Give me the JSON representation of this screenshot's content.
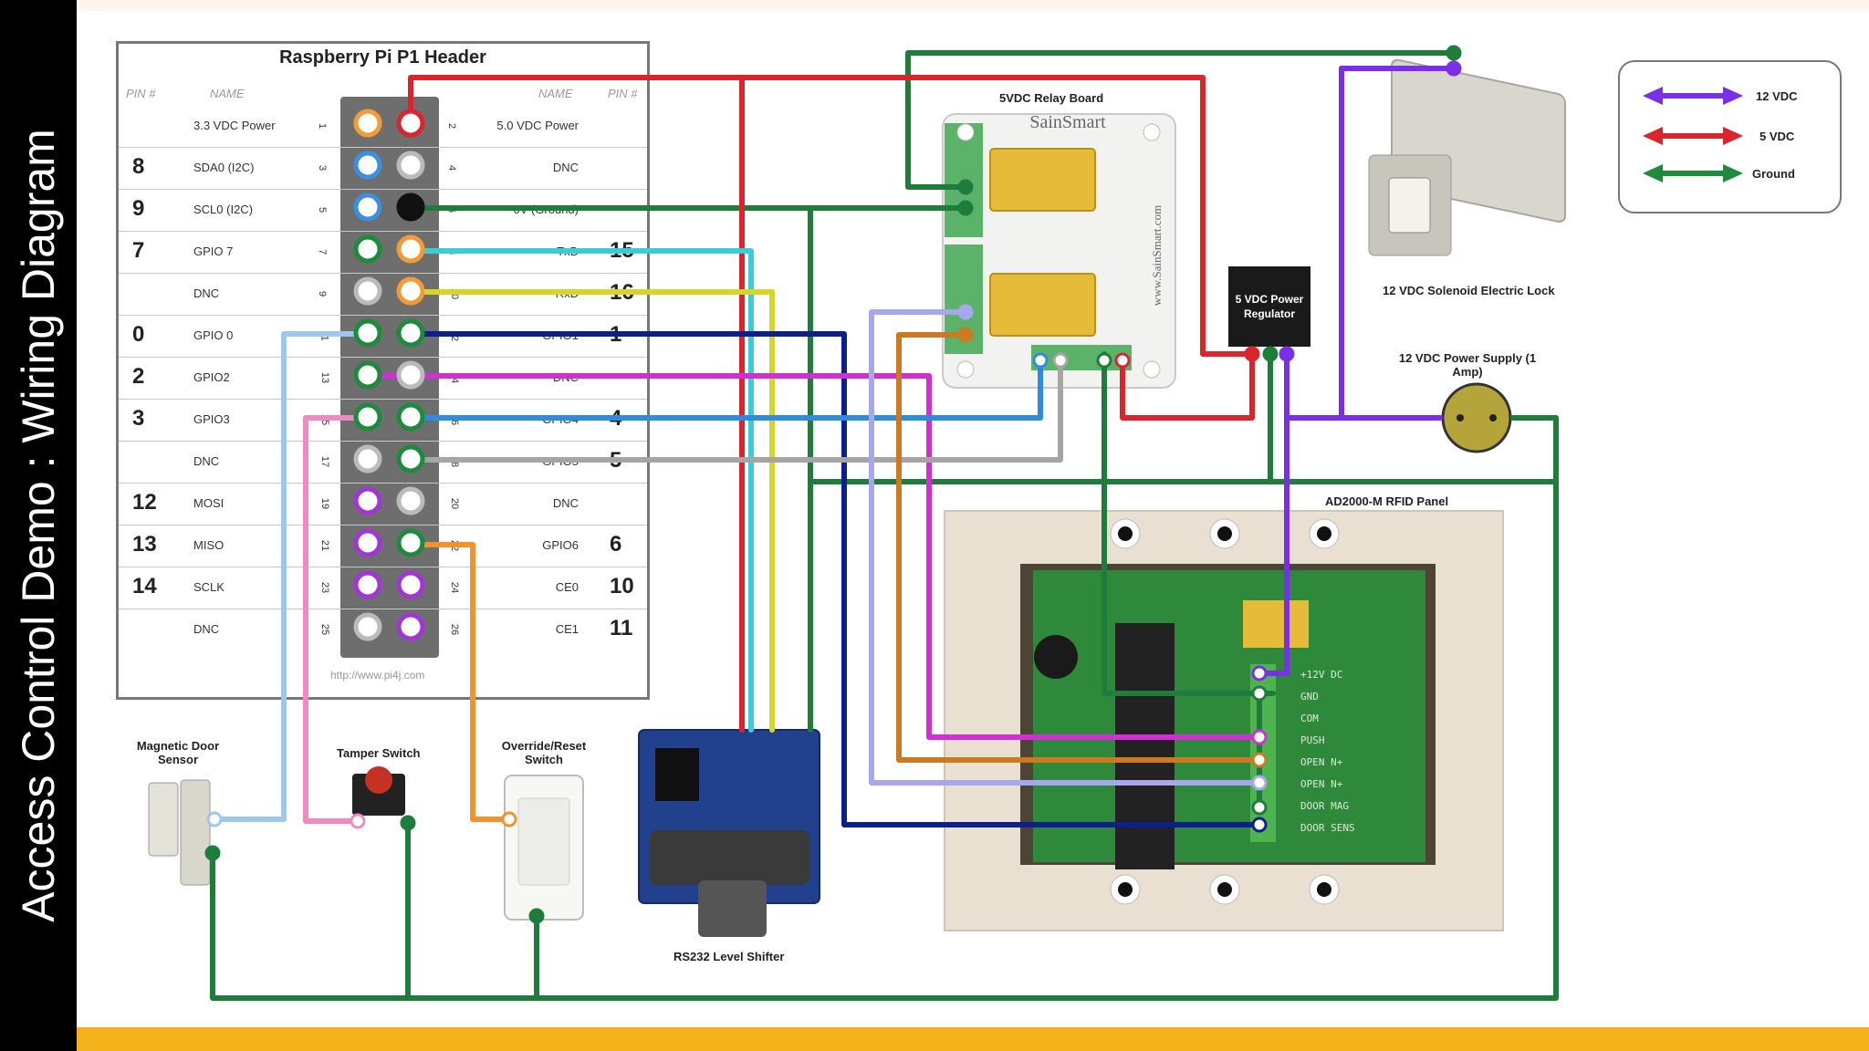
{
  "sidebar": {
    "title": "Access Control Demo : Wiring Diagram"
  },
  "header": {
    "title": "Raspberry Pi P1 Header",
    "col_pin_left": "PIN #",
    "col_name_left": "NAME",
    "col_name_right": "NAME",
    "col_pin_right": "PIN #",
    "url": "http://www.pi4j.com",
    "rows": [
      {
        "lnum": "",
        "lname": "3.3 VDC Power",
        "lpin": "1",
        "rpin": "2",
        "rname": "5.0 VDC Power",
        "rnum": ""
      },
      {
        "lnum": "8",
        "lname": "SDA0 (I2C)",
        "lpin": "3",
        "rpin": "4",
        "rname": "DNC",
        "rnum": ""
      },
      {
        "lnum": "9",
        "lname": "SCL0 (I2C)",
        "lpin": "5",
        "rpin": "6",
        "rname": "0V (Ground)",
        "rnum": ""
      },
      {
        "lnum": "7",
        "lname": "GPIO 7",
        "lpin": "7",
        "rpin": "8",
        "rname": "TxD",
        "rnum": "15"
      },
      {
        "lnum": "",
        "lname": "DNC",
        "lpin": "9",
        "rpin": "10",
        "rname": "RxD",
        "rnum": "16"
      },
      {
        "lnum": "0",
        "lname": "GPIO 0",
        "lpin": "11",
        "rpin": "12",
        "rname": "GPIO1",
        "rnum": "1"
      },
      {
        "lnum": "2",
        "lname": "GPIO2",
        "lpin": "13",
        "rpin": "14",
        "rname": "DNC",
        "rnum": ""
      },
      {
        "lnum": "3",
        "lname": "GPIO3",
        "lpin": "15",
        "rpin": "16",
        "rname": "GPIO4",
        "rnum": "4"
      },
      {
        "lnum": "",
        "lname": "DNC",
        "lpin": "17",
        "rpin": "18",
        "rname": "GPIO5",
        "rnum": "5"
      },
      {
        "lnum": "12",
        "lname": "MOSI",
        "lpin": "19",
        "rpin": "20",
        "rname": "DNC",
        "rnum": ""
      },
      {
        "lnum": "13",
        "lname": "MISO",
        "lpin": "21",
        "rpin": "22",
        "rname": "GPIO6",
        "rnum": "6"
      },
      {
        "lnum": "14",
        "lname": "SCLK",
        "lpin": "23",
        "rpin": "24",
        "rname": "CE0",
        "rnum": "10"
      },
      {
        "lnum": "",
        "lname": "DNC",
        "lpin": "25",
        "rpin": "26",
        "rname": "CE1",
        "rnum": "11"
      }
    ],
    "pin_colors_left": [
      "#f39c35",
      "#3d8fe0",
      "#3d8fe0",
      "#1e8a3c",
      "#bbbbbb",
      "#1e8a3c",
      "#1e8a3c",
      "#1e8a3c",
      "#bbbbbb",
      "#a335d6",
      "#a335d6",
      "#a335d6",
      "#bbbbbb"
    ],
    "pin_colors_right": [
      "#d9252b",
      "#bbbbbb",
      "#111111",
      "#f39c35",
      "#f39c35",
      "#1e8a3c",
      "#bbbbbb",
      "#1e8a3c",
      "#1e8a3c",
      "#bbbbbb",
      "#1e8a3c",
      "#a335d6",
      "#a335d6"
    ]
  },
  "components": {
    "relay_board": "5VDC Relay Board",
    "relay_brand": "SainSmart",
    "relay_url": "www.SainSmart.com",
    "regulator": "5 VDC Power Regulator",
    "solenoid": "12 VDC Solenoid Electric Lock",
    "power_supply": "12 VDC Power Supply (1 Amp)",
    "rfid_panel": "AD2000-M RFID Panel",
    "door_sensor": "Magnetic Door Sensor",
    "tamper_switch": "Tamper Switch",
    "override_switch": "Override/Reset Switch",
    "level_shifter": "RS232 Level Shifter"
  },
  "legend": [
    {
      "label": "12 VDC",
      "color": "#7a2ee6"
    },
    {
      "label": "5 VDC",
      "color": "#d9252b"
    },
    {
      "label": "Ground",
      "color": "#1e8a3c"
    }
  ],
  "rfid_terminals": [
    "+12V DC",
    "GND",
    "COM",
    "PUSH",
    "OPEN N+",
    "OPEN N+",
    "DOOR MAG",
    "DOOR SENS"
  ],
  "colors": {
    "ground": "#1e7d3a",
    "v5": "#d9252b",
    "v12": "#7a2ee6",
    "cyan": "#3ecbd8",
    "yellow": "#d6d62a",
    "navy": "#0d1f8c",
    "magenta": "#d12ed4",
    "blue": "#2f8be0",
    "gray": "#a5a5a5",
    "orange": "#f0922f",
    "lightblue": "#9ec7ee",
    "pink": "#f08ac3",
    "lavender": "#a7a7f0",
    "brown": "#cc7a22"
  }
}
